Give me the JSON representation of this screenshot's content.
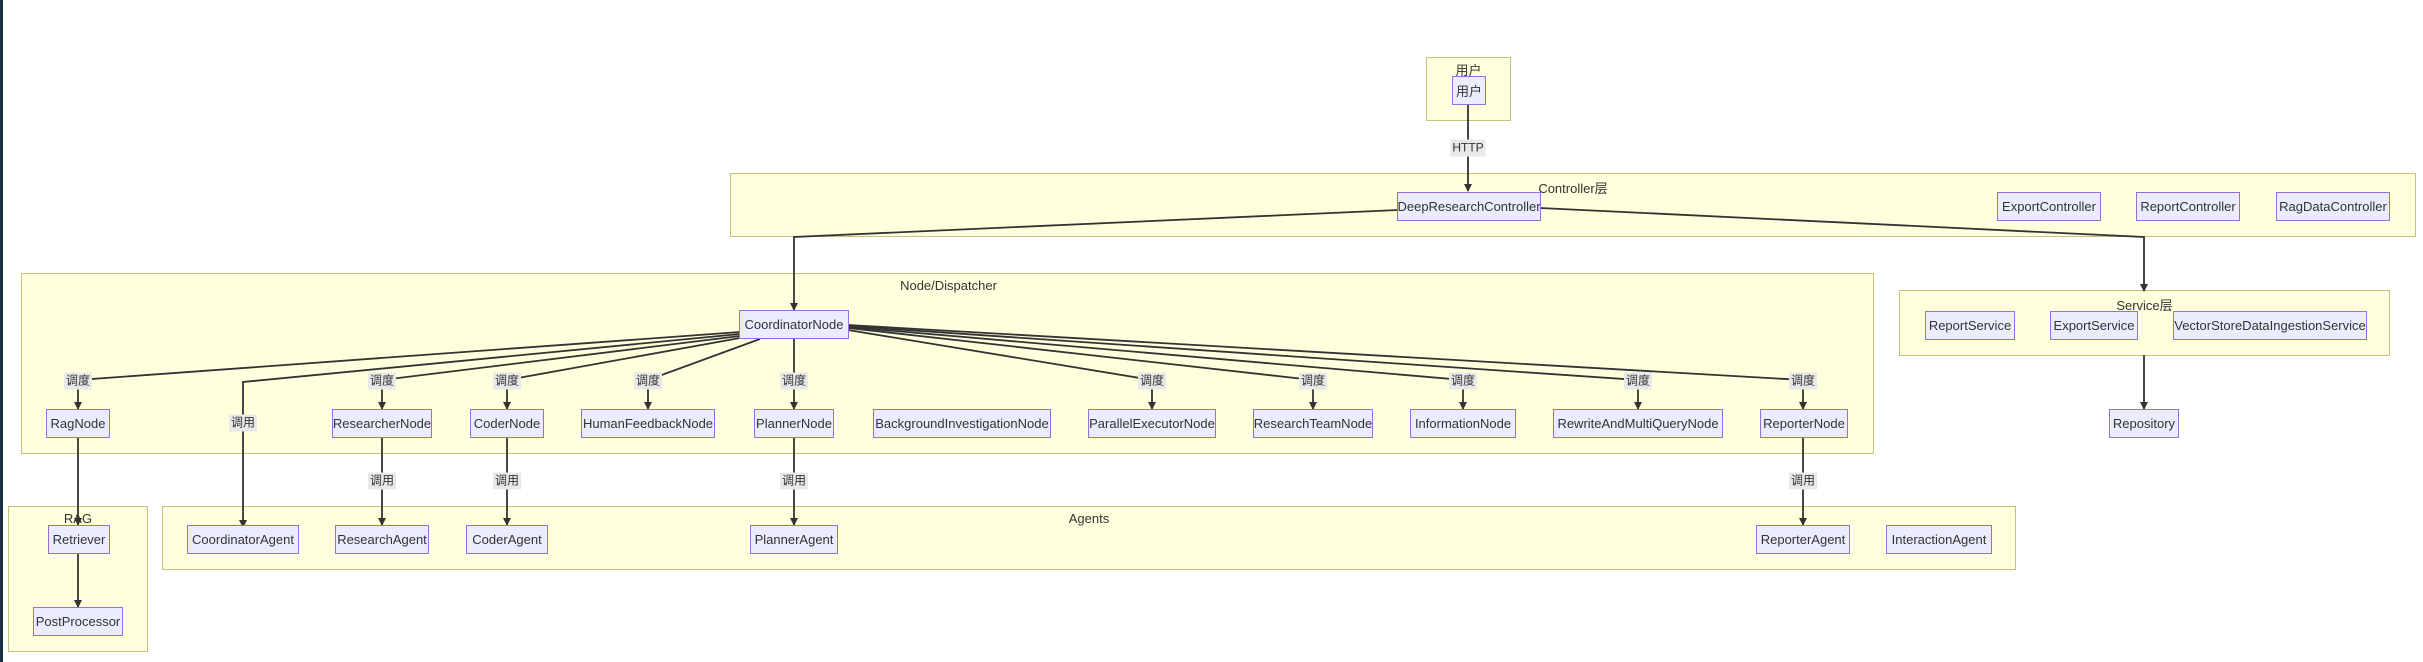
{
  "groups": {
    "user": "用户",
    "controller": "Controller层",
    "node": "Node/Dispatcher",
    "service": "Service层",
    "rag": "RAG",
    "agents": "Agents"
  },
  "nodes": {
    "user": "用户",
    "deep_research_controller": "DeepResearchController",
    "export_controller": "ExportController",
    "report_controller": "ReportController",
    "rag_data_controller": "RagDataController",
    "coordinator_node": "CoordinatorNode",
    "rag_node": "RagNode",
    "researcher_node": "ResearcherNode",
    "coder_node": "CoderNode",
    "human_feedback_node": "HumanFeedbackNode",
    "planner_node": "PlannerNode",
    "background_investigation_node": "BackgroundInvestigationNode",
    "parallel_executor_node": "ParallelExecutorNode",
    "research_team_node": "ResearchTeamNode",
    "information_node": "InformationNode",
    "rewrite_node": "RewriteAndMultiQueryNode",
    "reporter_node": "ReporterNode",
    "report_service": "ReportService",
    "export_service": "ExportService",
    "vector_service": "VectorStoreDataIngestionService",
    "repository": "Repository",
    "retriever": "Retriever",
    "post_processor": "PostProcessor",
    "coordinator_agent": "CoordinatorAgent",
    "research_agent": "ResearchAgent",
    "coder_agent": "CoderAgent",
    "planner_agent": "PlannerAgent",
    "reporter_agent": "ReporterAgent",
    "interaction_agent": "InteractionAgent"
  },
  "edge_labels": {
    "http": "HTTP",
    "dispatch": "调度",
    "call": "调用"
  },
  "colors": {
    "group_fill": "#ffffde",
    "group_border": "#c3c37e",
    "node_fill": "#ececff",
    "node_border": "#9370db",
    "line": "#333333",
    "label_bg": "#e8e8e8"
  }
}
